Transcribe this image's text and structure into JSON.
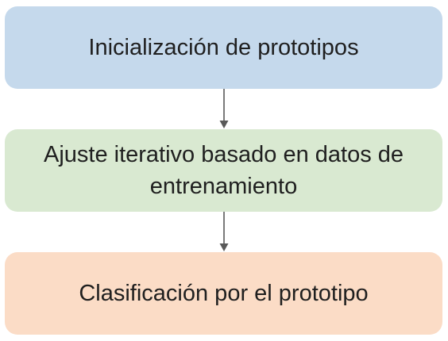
{
  "diagram": {
    "steps": [
      {
        "label": "Inicialización de prototipos",
        "color": "#c5d9ec"
      },
      {
        "label": "Ajuste iterativo basado en datos de entrenamiento",
        "color": "#d9e9d1"
      },
      {
        "label": "Clasificación por el prototipo",
        "color": "#fbdcc6"
      }
    ],
    "connector_color": "#595959"
  }
}
